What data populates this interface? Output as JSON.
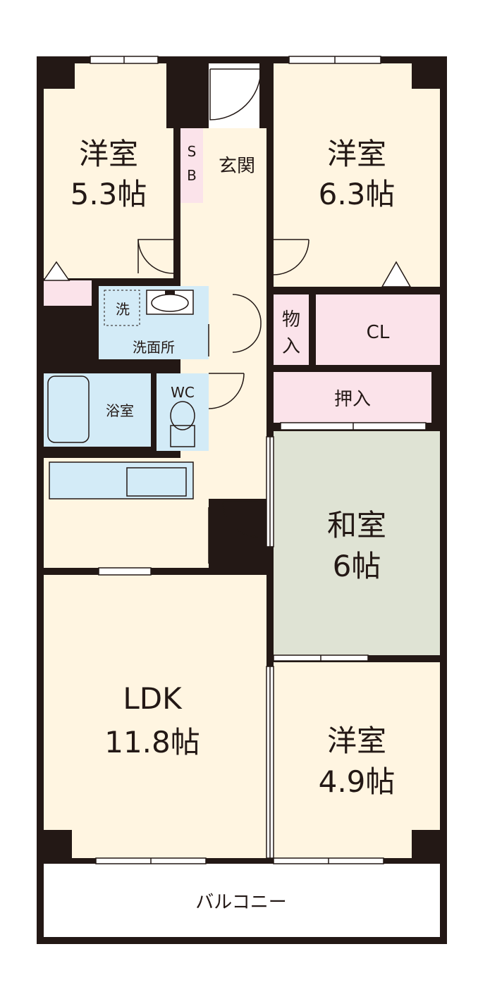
{
  "rooms": {
    "western_nw": {
      "name": "洋室",
      "size": "5.3帖"
    },
    "western_ne": {
      "name": "洋室",
      "size": "6.3帖"
    },
    "entrance": {
      "name": "玄関"
    },
    "shoe_box": {
      "line1": "S",
      "line2": "B"
    },
    "washroom": {
      "name": "洗面所"
    },
    "washer": {
      "name": "洗"
    },
    "bath": {
      "name": "浴室"
    },
    "wc": {
      "name": "WC"
    },
    "storage": {
      "line1": "物",
      "line2": "入"
    },
    "closet": {
      "name": "CL"
    },
    "oshiire": {
      "name": "押入"
    },
    "japanese": {
      "name": "和室",
      "size": "6帖"
    },
    "ldk": {
      "name": "LDK",
      "size": "11.8帖"
    },
    "western_se": {
      "name": "洋室",
      "size": "4.9帖"
    },
    "balcony": {
      "name": "バルコニー"
    }
  },
  "colors": {
    "wall": "#231815",
    "room_cream": "#fff5e1",
    "japanese_room": "#dfe3d4",
    "wet_area": "#d3ebf7",
    "storage_pink": "#fbe3ea",
    "balcony": "#ffffff"
  }
}
